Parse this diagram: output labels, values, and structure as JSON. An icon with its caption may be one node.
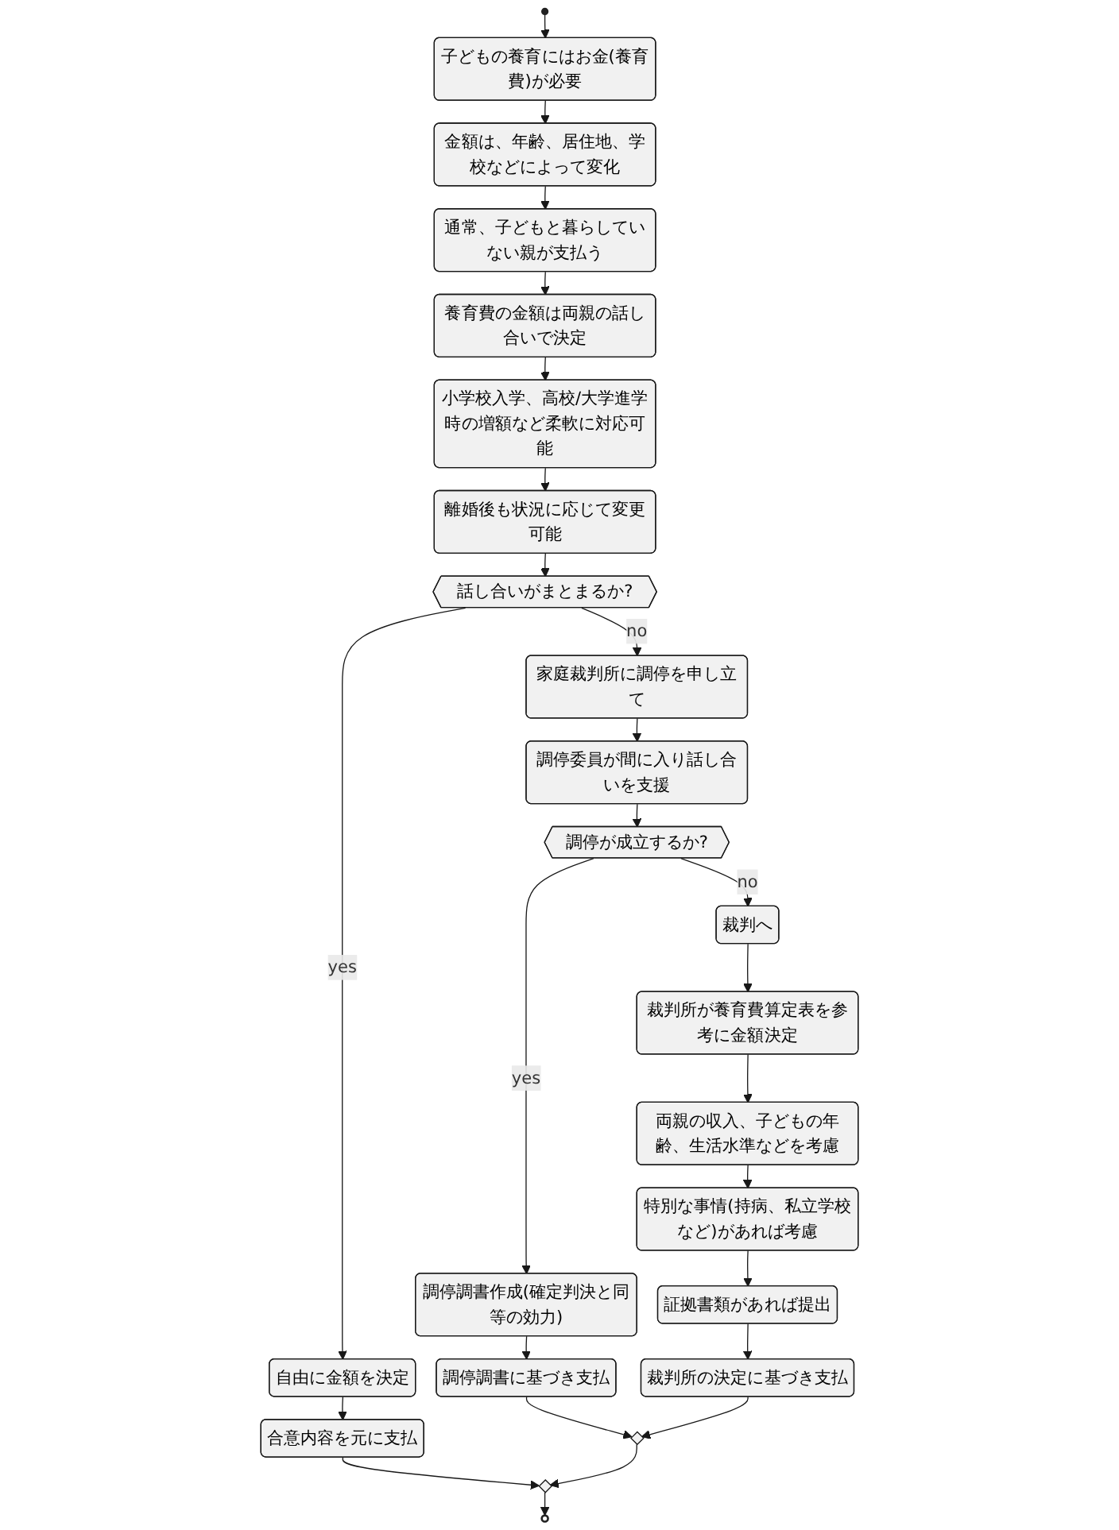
{
  "diagram": {
    "nodes": [
      {
        "text": [],
        "shape": "circle"
      },
      {
        "text": [
          "子どもの養育にはお金(養育費)が必要"
        ]
      },
      {
        "text": [
          "金額は、年齢、居住地、学校などによって変化"
        ]
      },
      {
        "text": [
          "通常、子どもと暮らしていない親が支払う"
        ]
      },
      {
        "text": [
          "養育費の金額は両親の話し合いで決定"
        ]
      },
      {
        "text": [
          "小学校入学、高校/大学進学時の増額など柔軟に対応可能"
        ]
      },
      {
        "text": [
          "離婚後も状況に応じて変更可能"
        ]
      },
      {
        "text": [
          "話し合いがまとまるか?"
        ]
      },
      {
        "text": [
          "自由に金額を決定"
        ]
      },
      {
        "text": [
          "合意内容を元に支払"
        ]
      },
      {
        "text": [
          "家庭裁判所に調停を申し立て"
        ]
      },
      {
        "text": [
          "調停委員が間に入り話し合いを支援"
        ]
      },
      {
        "text": [
          "調停が成立するか?"
        ]
      },
      {
        "text": [
          "調停調書作成(確定判決と同等の効力)"
        ]
      },
      {
        "text": [
          "調停調書に基づき支払"
        ]
      },
      {
        "text": [
          "裁判へ"
        ]
      },
      {
        "text": [
          "裁判所が養育費算定表を参考に金額決定"
        ]
      },
      {
        "text": [
          "両親の収入、子どもの年齢、生活水準などを考慮"
        ]
      },
      {
        "text": [
          "特別な事情(持病、私立学校など)があれば考慮"
        ]
      },
      {
        "text": [
          "証拠書類があれば提出"
        ]
      },
      {
        "text": [
          "裁判所の決定に基づき支払"
        ]
      },
      {
        "text": [],
        "shape": "diamond"
      },
      {
        "text": [],
        "shape": "diamond"
      },
      {
        "text": [],
        "shape": "circle"
      }
    ],
    "edges": [
      {
        "from": 0,
        "to": 1,
        "arrow": "to"
      },
      {
        "from": 1,
        "to": 2,
        "arrow": "to"
      },
      {
        "from": 2,
        "to": 3,
        "arrow": "to"
      },
      {
        "from": 3,
        "to": 4,
        "arrow": "to"
      },
      {
        "from": 4,
        "to": 5,
        "arrow": "to"
      },
      {
        "from": 5,
        "to": 6,
        "arrow": "to"
      },
      {
        "from": 6,
        "to": 7,
        "arrow": "to"
      },
      {
        "from": 7,
        "to": 8,
        "arrow": "to",
        "label": "yes"
      },
      {
        "from": 8,
        "to": 9,
        "arrow": "to"
      },
      {
        "from": 7,
        "to": 10,
        "arrow": "to",
        "label": "no"
      },
      {
        "from": 10,
        "to": 11,
        "arrow": "to"
      },
      {
        "from": 11,
        "to": 12,
        "arrow": "to"
      },
      {
        "from": 12,
        "to": 13,
        "arrow": "to",
        "label": "yes"
      },
      {
        "from": 13,
        "to": 14,
        "arrow": "to"
      },
      {
        "from": 12,
        "to": 15,
        "arrow": "to",
        "label": "no"
      },
      {
        "from": 15,
        "to": 16,
        "arrow": "to"
      },
      {
        "from": 16,
        "to": 17,
        "arrow": "to"
      },
      {
        "from": 17,
        "to": 18,
        "arrow": "to"
      },
      {
        "from": 18,
        "to": 19,
        "arrow": "to"
      },
      {
        "from": 19,
        "to": 20,
        "arrow": "to"
      },
      {
        "from": 14,
        "to": 21,
        "arrow": "to"
      },
      {
        "from": 20,
        "to": 21,
        "arrow": "to"
      },
      {
        "from": 9,
        "to": 22,
        "arrow": "to"
      },
      {
        "from": 21,
        "to": 22,
        "arrow": "to"
      },
      {
        "from": 22,
        "to": 23,
        "arrow": "to"
      }
    ]
  }
}
